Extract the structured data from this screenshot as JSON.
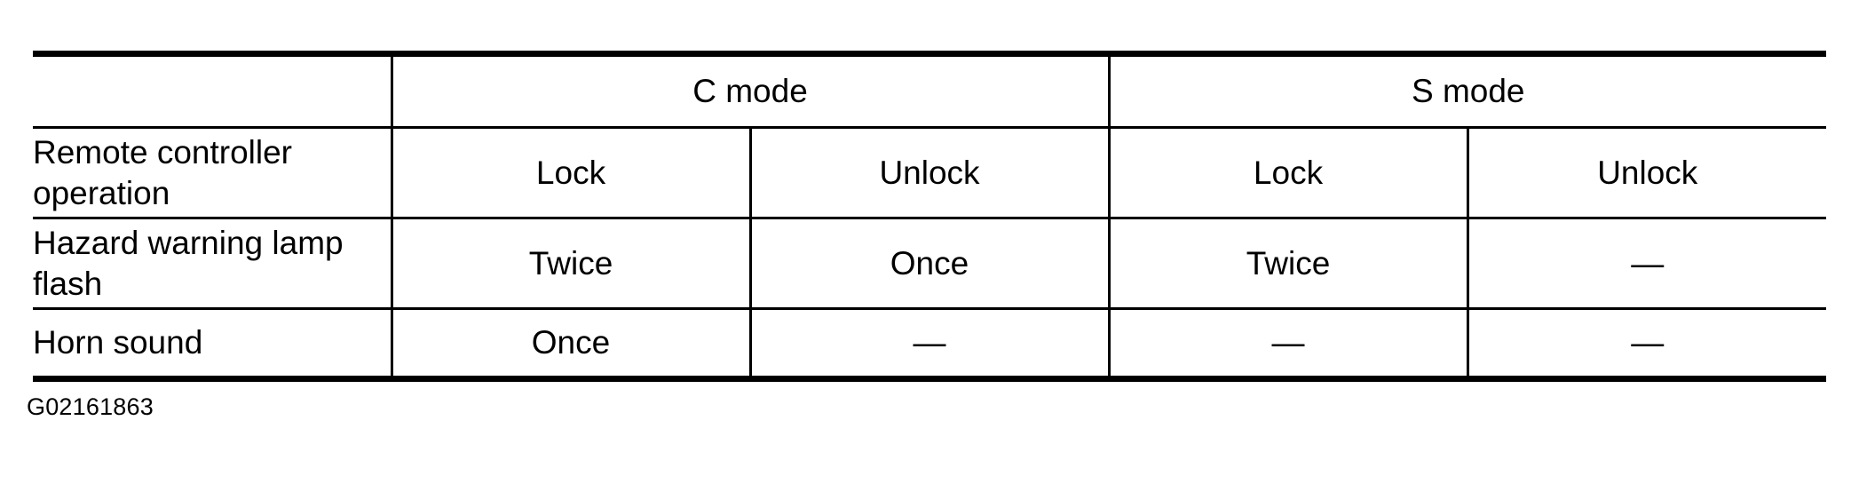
{
  "figure": {
    "caption": "G02161863"
  },
  "table": {
    "corner_blank": "",
    "mode_groups": [
      {
        "label": "C mode",
        "span": 2
      },
      {
        "label": "S mode",
        "span": 2
      }
    ],
    "row_headers": [
      "Remote controller operation",
      "Hazard warning lamp flash",
      "Horn sound"
    ],
    "rows": [
      {
        "header_line1": "Remote controller",
        "header_line2": "operation",
        "cells": [
          "Lock",
          "Unlock",
          "Lock",
          "Unlock"
        ]
      },
      {
        "header_line1": "Hazard warning lamp",
        "header_line2": "flash",
        "cells": [
          "Twice",
          "Once",
          "Twice",
          "—"
        ]
      },
      {
        "header_line1": "Horn sound",
        "header_line2": "",
        "cells": [
          "Once",
          "—",
          "—",
          "—"
        ]
      }
    ],
    "columns": [
      "C mode / Lock",
      "C mode / Unlock",
      "S mode / Lock",
      "S mode / Unlock"
    ]
  }
}
